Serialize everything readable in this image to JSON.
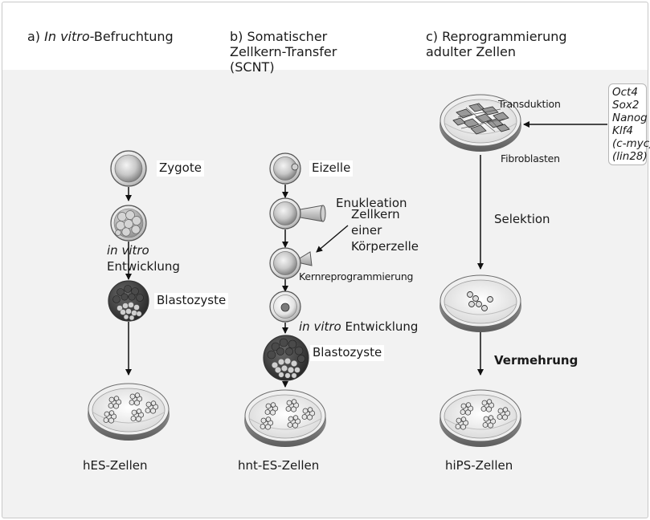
{
  "panels": [
    {
      "prefix": "a) ",
      "title_italic": "In vitro",
      "title_rest": "-Befruchtung"
    },
    {
      "prefix": "b) ",
      "title_line1": "Somatischer",
      "title_line2": "Zellkern-Transfer",
      "title_line3": "(SCNT)"
    },
    {
      "prefix": "c) ",
      "title_line1": "Reprogrammierung",
      "title_line2": "adulter Zellen"
    }
  ],
  "labels_a": {
    "zygote": "Zygote",
    "in_vitro": "in vitro",
    "entwicklung": "Entwicklung",
    "blastozyste": "Blastozyste",
    "result": "hES-Zellen"
  },
  "labels_b": {
    "eizelle": "Eizelle",
    "enukleation": "Enukleation",
    "zellkern_1": "Zellkern",
    "zellkern_2": "einer",
    "zellkern_3": "Körperzelle",
    "kernreprogrammierung": "Kernreprogrammierung",
    "in_vitro": "in vitro",
    "entwicklung": "Entwicklung",
    "blastozyste": "Blastozyste",
    "result": "hnt-ES-Zellen"
  },
  "labels_c": {
    "transduktion": "Transduktion",
    "fibroblasten": "Fibroblasten",
    "selektion": "Selektion",
    "vermehrung": "Vermehrung",
    "result": "hiPS-Zellen",
    "factors": [
      "Oct4",
      "Sox2",
      "Nanog",
      "Klf4",
      "(c-myc)",
      "(lin28)"
    ]
  }
}
